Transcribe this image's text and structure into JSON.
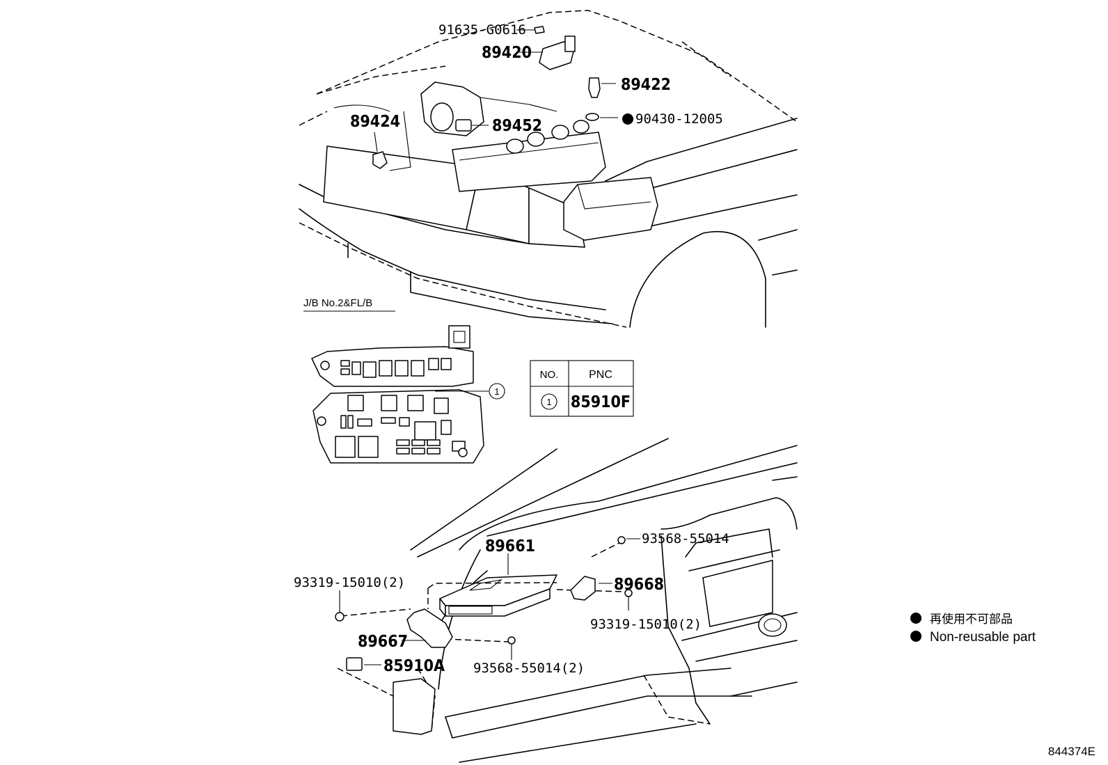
{
  "callouts": {
    "p91635": "91635-G0616",
    "p89420": "89420",
    "p89422": "89422",
    "p90430": "90430-12005",
    "p89424": "89424",
    "p89452": "89452",
    "p89661": "89661",
    "p93568a": "93568-55014",
    "p89668": "89668",
    "p93319a": "93319-15010(2)",
    "p93319b": "93319-15010(2)",
    "p89667": "89667",
    "p85910a": "85910A",
    "p93568b": "93568-55014(2)"
  },
  "jb_label": "J/B No.2&FL/B",
  "pnc_table": {
    "header_no": "NO.",
    "header_pnc": "PNC",
    "row_no": "1",
    "row_pnc": "85910F"
  },
  "item_marker": "1",
  "legend": {
    "line_jp": "再使用不可部品",
    "line_en": "Non-reusable part"
  },
  "diagram_id": "844374E"
}
